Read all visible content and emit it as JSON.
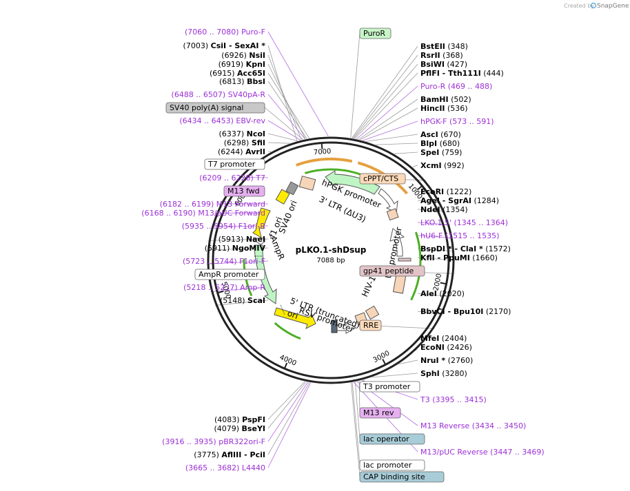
{
  "credit": {
    "prefix": "Created by",
    "brand": "SnapGene"
  },
  "plasmid": {
    "name": "pLKO.1-shDsup",
    "size_label": "7088 bp",
    "length": 7088
  },
  "ticks": [
    {
      "pos": 1000,
      "label": "1000"
    },
    {
      "pos": 2000,
      "label": "2000"
    },
    {
      "pos": 3000,
      "label": "3000"
    },
    {
      "pos": 4000,
      "label": "4000"
    },
    {
      "pos": 5000,
      "label": "5000"
    },
    {
      "pos": 6000,
      "label": "6000"
    },
    {
      "pos": 7000,
      "label": "7000"
    }
  ],
  "inner_features": [
    {
      "label": "hPGK promoter",
      "color": "#bff5c4",
      "stroke": "#555"
    },
    {
      "label": "3' LTR (ΔU3)",
      "color": "#ffffff",
      "stroke": "#555"
    },
    {
      "label": "U6 promoter",
      "color": "#ffffff",
      "stroke": "#555"
    },
    {
      "label": "HIV-1 ψ",
      "color": "#f7d5b8",
      "stroke": "#555"
    },
    {
      "label": "5' LTR (truncated)",
      "color": "#ffffff",
      "stroke": "#555"
    },
    {
      "label": "RSV promoter",
      "color": "#ffffff",
      "stroke": "#555"
    },
    {
      "label": "ori",
      "color": "#ffeb00",
      "stroke": "#555"
    },
    {
      "label": "AmpR",
      "color": "#bff5c4",
      "stroke": "#555"
    },
    {
      "label": "f1 ori",
      "color": "#ffeb00",
      "stroke": "#555"
    },
    {
      "label": "SV40 ori",
      "color": "#ffeb00",
      "stroke": "#555"
    }
  ],
  "outer_arcs": [
    {
      "name": "orange",
      "color": "#e6a040"
    },
    {
      "name": "green",
      "color": "#4caf24"
    }
  ],
  "left_labels": [
    {
      "pos": "(7060 .. 7080)",
      "name": "Puro-F",
      "kind": "primer"
    },
    {
      "pos": "(7003)",
      "name": "CsiI",
      "extra": " - SexAI *",
      "kind": "enzyme"
    },
    {
      "pos": "(6926)",
      "name": "NsiI",
      "kind": "enzyme"
    },
    {
      "pos": "(6919)",
      "name": "KpnI",
      "kind": "enzyme"
    },
    {
      "pos": "(6915)",
      "name": "Acc65I",
      "kind": "enzyme"
    },
    {
      "pos": "(6813)",
      "name": "BbsI",
      "kind": "enzyme"
    },
    {
      "pos": "(6488 .. 6507)",
      "name": "SV40pA-R",
      "kind": "primer"
    },
    {
      "name": "SV40 poly(A) signal",
      "kind": "box",
      "color": "#c8c8c8"
    },
    {
      "pos": "(6434 .. 6453)",
      "name": "EBV-rev",
      "kind": "primer"
    },
    {
      "pos": "(6337)",
      "name": "NcoI",
      "kind": "enzyme"
    },
    {
      "pos": "(6298)",
      "name": "SfiI",
      "kind": "enzyme"
    },
    {
      "pos": "(6244)",
      "name": "AvrII",
      "kind": "enzyme"
    },
    {
      "name": "T7 promoter",
      "kind": "box",
      "color": "#ffffff"
    },
    {
      "pos": "(6209 .. 6228)",
      "name": "T7",
      "kind": "primer"
    },
    {
      "name": "M13 fwd",
      "kind": "box",
      "color": "#e6b0f0"
    },
    {
      "pos": "(6182 .. 6199)",
      "name": "M13 Forward",
      "kind": "primer"
    },
    {
      "pos": "(6168 .. 6190)",
      "name": "M13/pUC Forward",
      "kind": "primer"
    },
    {
      "pos": "(5935 .. 5954)",
      "name": "F1ori-R",
      "kind": "primer"
    },
    {
      "pos": "(5913)",
      "name": "NaeI",
      "kind": "enzyme"
    },
    {
      "pos": "(5911)",
      "name": "NgoMIV",
      "kind": "enzyme"
    },
    {
      "pos": "(5723 .. 5744)",
      "name": "F1ori-F",
      "kind": "primer"
    },
    {
      "name": "AmpR promoter",
      "kind": "box",
      "color": "#ffffff"
    },
    {
      "pos": "(5218 .. 5237)",
      "name": "Amp-R",
      "kind": "primer"
    },
    {
      "pos": "(5148)",
      "name": "ScaI",
      "kind": "enzyme"
    },
    {
      "pos": "(4083)",
      "name": "PspFI",
      "kind": "enzyme"
    },
    {
      "pos": "(4079)",
      "name": "BseYI",
      "kind": "enzyme"
    },
    {
      "pos": "(3916 .. 3935)",
      "name": "pBR322ori-F",
      "kind": "primer"
    },
    {
      "pos": "(3775)",
      "name": "AflIII",
      "extra": " - PciI",
      "kind": "enzyme"
    },
    {
      "pos": "(3665 .. 3682)",
      "name": "L4440",
      "kind": "primer"
    }
  ],
  "right_labels": [
    {
      "name": "PuroR",
      "kind": "box",
      "color": "#c8f5c8"
    },
    {
      "name": "BstEII",
      "pos": "(348)",
      "kind": "enzyme"
    },
    {
      "name": "RsrII",
      "pos": "(368)",
      "kind": "enzyme"
    },
    {
      "name": "BsiWI",
      "pos": "(427)",
      "kind": "enzyme"
    },
    {
      "name": "PflFI",
      "extra": " - Tth111I",
      "pos": "(444)",
      "kind": "enzyme"
    },
    {
      "name": "Puro-R",
      "pos": "(469 .. 488)",
      "kind": "primer"
    },
    {
      "name": "BamHI",
      "pos": "(502)",
      "kind": "enzyme"
    },
    {
      "name": "HincII",
      "pos": "(536)",
      "kind": "enzyme"
    },
    {
      "name": "hPGK-F",
      "pos": "(573 .. 591)",
      "kind": "primer"
    },
    {
      "name": "AscI",
      "pos": "(670)",
      "kind": "enzyme"
    },
    {
      "name": "BlpI",
      "pos": "(680)",
      "kind": "enzyme"
    },
    {
      "name": "SpeI",
      "pos": "(759)",
      "kind": "enzyme"
    },
    {
      "name": "XcmI",
      "pos": "(992)",
      "kind": "enzyme"
    },
    {
      "name": "cPPT/CTS",
      "kind": "box",
      "color": "#fbd9b9"
    },
    {
      "name": "EcoRI",
      "pos": "(1222)",
      "kind": "enzyme"
    },
    {
      "name": "AgeI",
      "extra": " - SgrAI",
      "pos": "(1284)",
      "kind": "enzyme"
    },
    {
      "name": "NdeI",
      "pos": "(1354)",
      "kind": "enzyme"
    },
    {
      "name": "LKO.1 5'",
      "pos": "(1345 .. 1364)",
      "kind": "primer"
    },
    {
      "name": "hU6-F",
      "pos": "(1515 .. 1535)",
      "kind": "primer"
    },
    {
      "name": "BspDI",
      "extra": " * - ClaI *",
      "pos": "(1572)",
      "kind": "enzyme"
    },
    {
      "name": "KflI",
      "extra": " - PpuMI",
      "pos": "(1660)",
      "kind": "enzyme"
    },
    {
      "name": "gp41 peptide",
      "kind": "box",
      "color": "#e2c4c8"
    },
    {
      "name": "AleI",
      "pos": "(2020)",
      "kind": "enzyme"
    },
    {
      "name": "BbvCI",
      "extra": " - Bpu10I",
      "pos": "(2170)",
      "kind": "enzyme"
    },
    {
      "name": "RRE",
      "kind": "box",
      "color": "#fbd9b9"
    },
    {
      "name": "MfeI",
      "pos": "(2404)",
      "kind": "enzyme"
    },
    {
      "name": "EcoNI",
      "pos": "(2426)",
      "kind": "enzyme"
    },
    {
      "name": "NruI",
      "extra": " *",
      "pos": "(2760)",
      "kind": "enzyme"
    },
    {
      "name": "SphI",
      "pos": "(3280)",
      "kind": "enzyme"
    },
    {
      "name": "T3 promoter",
      "kind": "box",
      "color": "#ffffff"
    },
    {
      "name": "T3",
      "pos": "(3395 .. 3415)",
      "kind": "primer"
    },
    {
      "name": "M13 rev",
      "kind": "box",
      "color": "#e6b0f0"
    },
    {
      "name": "M13 Reverse",
      "pos": "(3434 .. 3450)",
      "kind": "primer"
    },
    {
      "name": "lac operator",
      "kind": "box",
      "color": "#a8ccd8"
    },
    {
      "name": "M13/pUC Reverse",
      "pos": "(3447 .. 3469)",
      "kind": "primer"
    },
    {
      "name": "lac promoter",
      "kind": "box",
      "color": "#ffffff"
    },
    {
      "name": "CAP binding site",
      "kind": "box",
      "color": "#a8ccd8"
    }
  ]
}
